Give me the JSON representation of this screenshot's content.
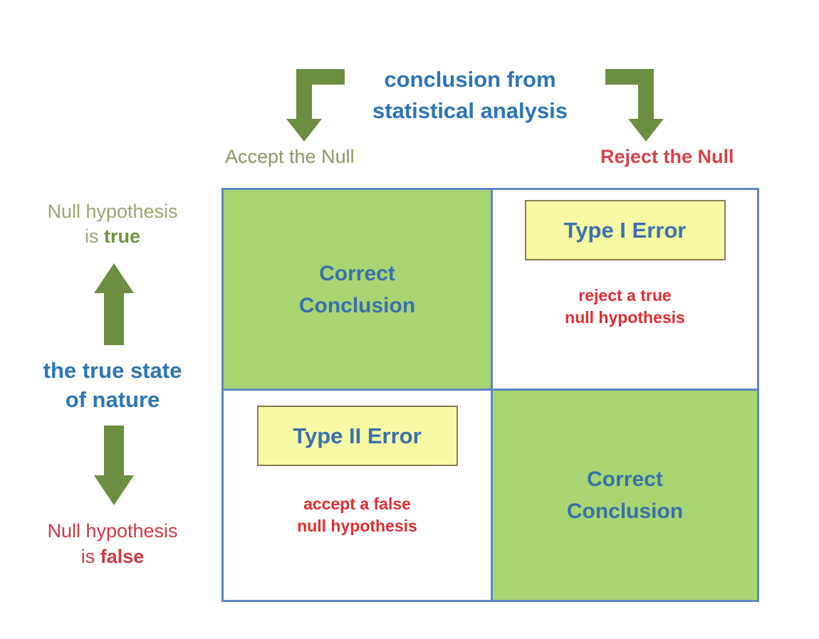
{
  "colors": {
    "title_blue": "#2e74b5",
    "matrix_text_blue": "#3a70ad",
    "border_blue": "#5f86c3",
    "cell_green": "#a8d571",
    "arrow_green": "#6b8e41",
    "accept_green": "#879a62",
    "null_true_olive": "#95a96d",
    "null_true_emph": "#6f9440",
    "reject_red": "#d5444b",
    "error_text_red": "#e22d32",
    "null_false_red": "#cf3a41",
    "error_box_yellow": "#f8f9a4",
    "error_box_border": "#8a7b50"
  },
  "header": {
    "title_line1": "conclusion from",
    "title_line2": "statistical analysis",
    "columns": [
      {
        "label": "Accept the Null"
      },
      {
        "label": "Reject the Null"
      }
    ]
  },
  "left_axis": {
    "top_label": {
      "line1": "Null hypothesis",
      "line2_prefix": "is ",
      "line2_emph": "true"
    },
    "axis_title_line1": "the true state",
    "axis_title_line2": "of nature",
    "bottom_label": {
      "line1": "Null hypothesis",
      "line2_prefix": "is ",
      "line2_emph": "false"
    }
  },
  "matrix": {
    "cells": {
      "top_left": {
        "line1": "Correct",
        "line2": "Conclusion"
      },
      "top_right": {
        "error_label": "Type I Error",
        "desc_line1": "reject a true",
        "desc_line2": "null hypothesis"
      },
      "bottom_left": {
        "error_label": "Type II Error",
        "desc_line1": "accept a false",
        "desc_line2": "null hypothesis"
      },
      "bottom_right": {
        "line1": "Correct",
        "line2": "Conclusion"
      }
    }
  },
  "icons": {
    "left_elbow": "elbow-arrow-down-left",
    "right_elbow": "elbow-arrow-down-right",
    "up_arrow": "block-arrow-up",
    "down_arrow": "block-arrow-down"
  }
}
